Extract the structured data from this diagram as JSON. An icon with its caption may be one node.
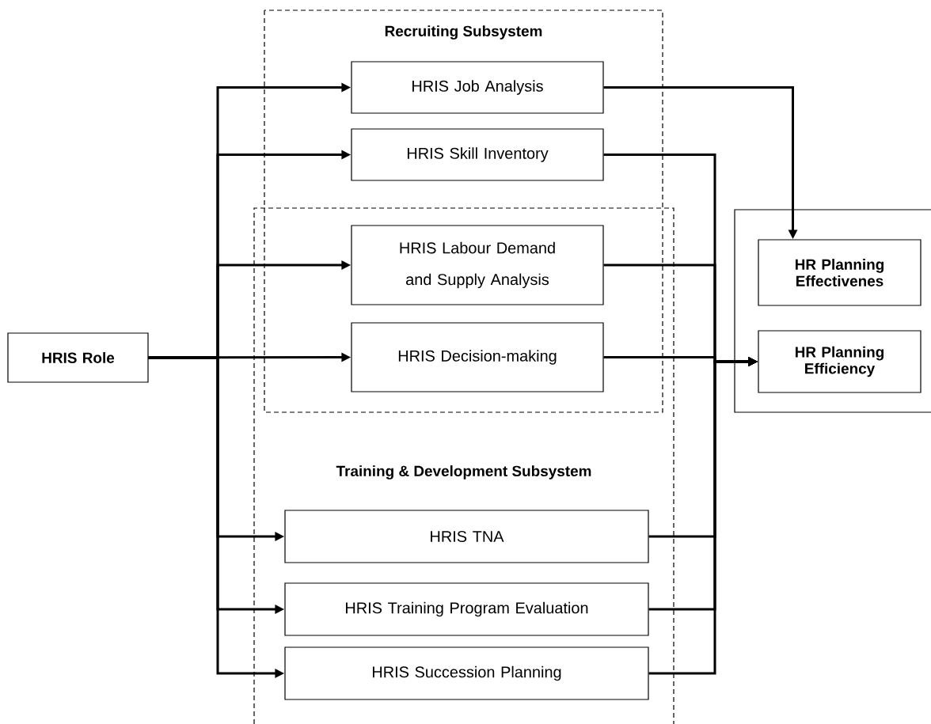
{
  "diagram": {
    "nodes": [
      {
        "text": [
          "Recruiting Subsystem"
        ]
      },
      {
        "text": [
          "Training & Development Subsystem"
        ]
      },
      {
        "text": [
          "HRIS Role"
        ]
      },
      {
        "text": [
          "HRIS Job Analysis"
        ],
        "in": 0
      },
      {
        "text": [
          "HRIS Skill Inventory"
        ],
        "in": 0
      },
      {
        "text": [
          "HRIS Labour Demand and Supply Analysis"
        ]
      },
      {
        "text": [
          "HRIS Decision-making"
        ]
      },
      {
        "text": [
          "HRIS TNA"
        ],
        "in": 1
      },
      {
        "text": [
          "HRIS Training Program Evaluation"
        ],
        "in": 1
      },
      {
        "text": [
          "HRIS Succession Planning"
        ],
        "in": 1
      },
      {
        "text": [],
        "shape": "box"
      },
      {
        "text": [
          "HR Planning Effectivenes"
        ],
        "in": 10
      },
      {
        "text": [
          "HR Planning Efficiency"
        ],
        "in": 10
      }
    ],
    "edges": [
      {
        "from": 2,
        "to": 3,
        "arrow": "to"
      },
      {
        "from": 2,
        "to": 4,
        "arrow": "to"
      },
      {
        "from": 2,
        "to": 5,
        "arrow": "to"
      },
      {
        "from": 2,
        "to": 6,
        "arrow": "to"
      },
      {
        "from": 2,
        "to": 7,
        "arrow": "to"
      },
      {
        "from": 2,
        "to": 8,
        "arrow": "to"
      },
      {
        "from": 2,
        "to": 9,
        "arrow": "to"
      },
      {
        "from": 3,
        "to": 11,
        "arrow": "to"
      },
      {
        "from": 4,
        "to": 12,
        "arrow": "to"
      },
      {
        "from": 5,
        "to": 12,
        "arrow": "to"
      },
      {
        "from": 6,
        "to": 12,
        "arrow": "to"
      },
      {
        "from": 7,
        "to": 12,
        "arrow": "to"
      },
      {
        "from": 8,
        "to": 12,
        "arrow": "to"
      },
      {
        "from": 9,
        "to": 12,
        "arrow": "to"
      }
    ]
  }
}
